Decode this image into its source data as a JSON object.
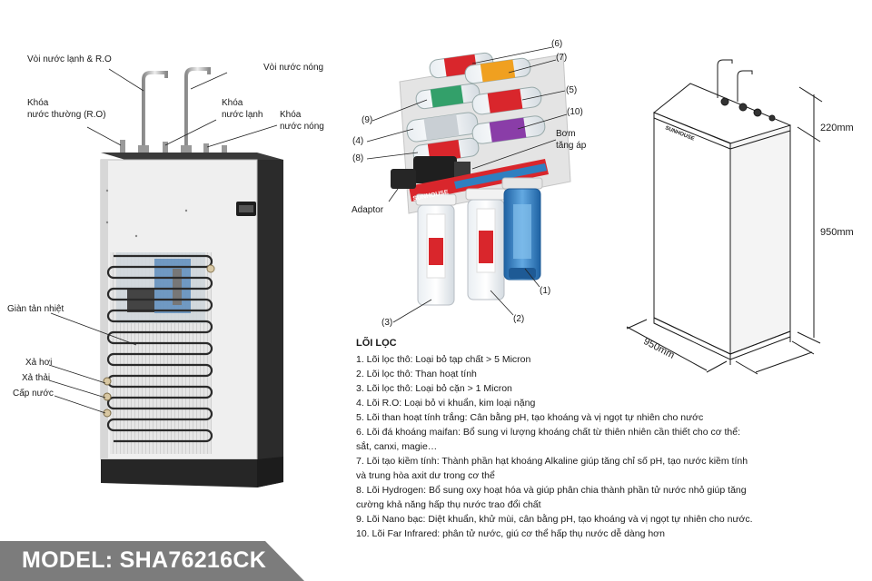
{
  "cooler_labels": {
    "cold_ro_tap": "Vòi nước lạnh & R.O",
    "hot_tap": "Vòi nước nóng",
    "normal_valve_line1": "Khóa",
    "normal_valve_line2": "nước thường (R.O)",
    "cold_valve_line1": "Khóa",
    "cold_valve_line2": "nước lạnh",
    "hot_valve_line1": "Khóa",
    "hot_valve_line2": "nước nóng",
    "radiator": "Giàn tản nhiệt",
    "vent": "Xả hơi",
    "drain": "Xả thải",
    "water_supply": "Cấp nước"
  },
  "filter_diagram_labels": {
    "n6": "(6)",
    "n7": "(7)",
    "n5": "(5)",
    "n9": "(9)",
    "n10": "(10)",
    "n4": "(4)",
    "n8": "(8)",
    "n1": "(1)",
    "n2": "(2)",
    "n3": "(3)",
    "pump_line1": "Bơm",
    "pump_line2": "tăng áp",
    "adaptor": "Adaptor",
    "brand": "SUNHOUSE"
  },
  "dimensions": {
    "top": "220mm",
    "height": "950mm",
    "depth": "950mm",
    "cabinet_brand": "SUNHOUSE"
  },
  "filter_list": {
    "title": "LÕI LỌC",
    "items": [
      "1. Lõi lọc thô: Loại bỏ tạp chất > 5 Micron",
      "2. Lõi lọc thô: Than hoạt tính",
      "3. Lõi lọc thô: Loại bỏ cặn > 1 Micron",
      "4. Lõi R.O: Loại bỏ vi khuẩn, kim loại nặng",
      "5. Lõi than hoạt tính trắng: Cân bằng pH, tạo khoáng và vị ngọt tự nhiên cho nước",
      "6. Lõi đá khoáng maifan: Bổ sung vi lượng khoáng chất từ thiên nhiên cần thiết cho cơ thể:",
      "sắt, canxi, magie…",
      "7. Lõi tạo kiềm tính: Thành phần hạt khoáng Alkaline giúp tăng chỉ số pH, tạo nước kiềm tính",
      "và trung hòa axit dư trong cơ thể",
      "8. Lõi Hydrogen: Bổ sung oxy hoạt hóa và giúp phân chia thành phần tử nước nhỏ giúp tăng",
      "cường khả năng hấp thụ nước trao đổi chất",
      "9. Lõi Nano bạc: Diệt khuẩn, khử mùi, cân bằng pH, tạo khoáng và vị ngọt tự nhiên cho nước.",
      "10. Lõi Far Infrared: phân tử nước, giú cơ thể hấp thụ nước dễ dàng hơn"
    ]
  },
  "model": {
    "label": "MODEL: SHA76216CK"
  },
  "colors": {
    "cabinet_dark": "#2b2b2b",
    "panel_light": "#ededed",
    "filter_red": "#d9262c",
    "filter_blue": "#2f7fc0",
    "model_bar": "#7c7c7c"
  }
}
